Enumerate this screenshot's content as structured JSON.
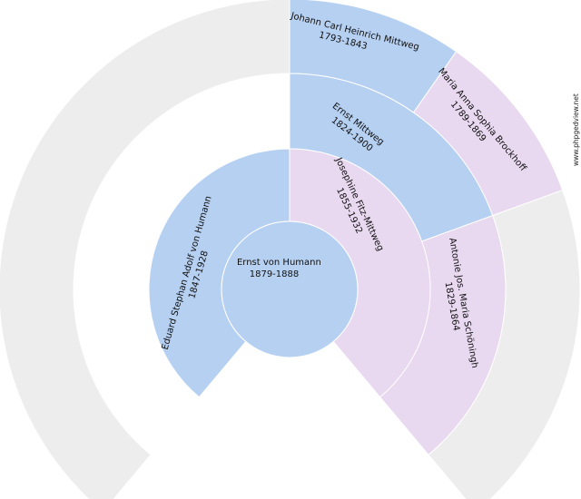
{
  "colors": {
    "male": "#b6d0f2",
    "female": "#e8d8f0",
    "empty": "#ededed",
    "stroke": "#ffffff"
  },
  "watermark": "www.phpgedview.net",
  "people": {
    "root": {
      "name": "Ernst von Humann",
      "years": "1879-1888"
    },
    "father": {
      "name": "Eduard Stephan Adolf von Humann",
      "years": "1847-1928"
    },
    "mother": {
      "name": "Josephine Fitz-Mittweg",
      "years": "1855-1932"
    },
    "maternal_grandfather": {
      "name": "Ernst Mittweg",
      "years": "1824-1900"
    },
    "maternal_grandmother": {
      "name": "Antonie Jos. Maria Schöningh",
      "years": "1829-1864"
    },
    "mgf_father": {
      "name": "Johann Carl Heinrich Mittweg",
      "years": "1793-1843"
    },
    "mgf_mother": {
      "name": "Maria Anna Sophia Brockhoff",
      "years": "1789-1869"
    }
  }
}
